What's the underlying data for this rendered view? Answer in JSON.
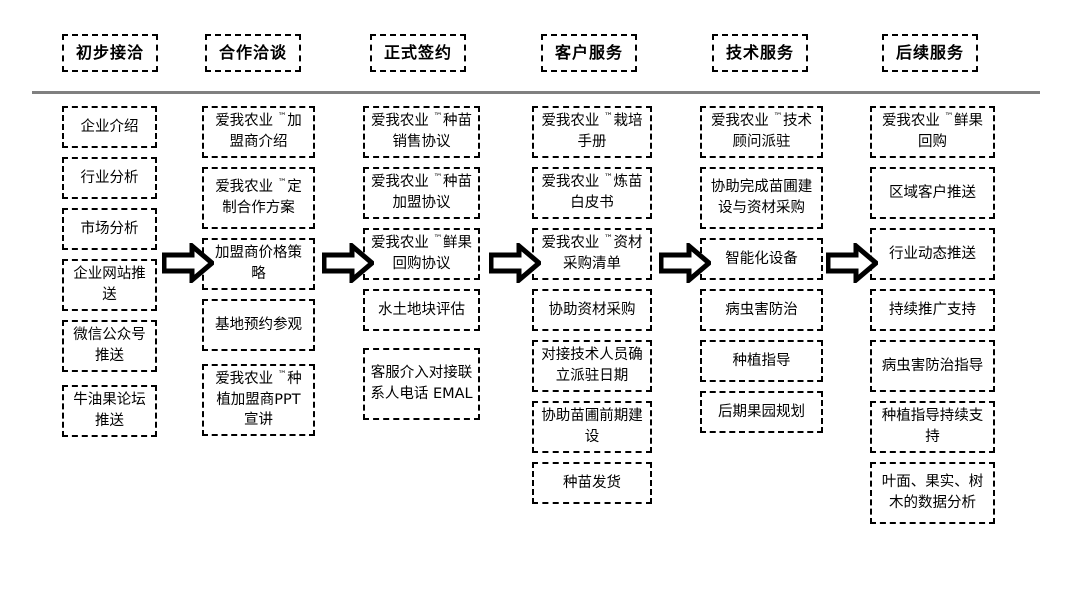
{
  "diagram": {
    "title_row": [
      {
        "label": "初步接洽"
      },
      {
        "label": "合作洽谈"
      },
      {
        "label": "正式签约"
      },
      {
        "label": "客户服务"
      },
      {
        "label": "技术服务"
      },
      {
        "label": "后续服务"
      }
    ],
    "divider_color": "#808080",
    "box_border_color": "#000000",
    "arrow_fill": "#ffffff",
    "arrow_outline": "#000000",
    "columns": [
      {
        "stage": "初步接洽",
        "items": [
          {
            "text": "企业介绍"
          },
          {
            "text": "行业分析"
          },
          {
            "text": "市场分析"
          },
          {
            "text": "企业网站推送"
          },
          {
            "text": "微信公众号推送"
          },
          {
            "text": "牛油果论坛推送"
          }
        ]
      },
      {
        "stage": "合作洽谈",
        "items": [
          {
            "text": "爱我农业 ™加盟商介绍",
            "tm": true,
            "prefix": "爱我农业",
            "suffix": "加盟商介绍"
          },
          {
            "text": "爱我农业 ™定制合作方案",
            "tm": true,
            "prefix": "爱我农业",
            "suffix": "定制合作方案"
          },
          {
            "text": "加盟商价格策略"
          },
          {
            "text": "基地预约参观"
          },
          {
            "text": "爱我农业 ™种植加盟商PPT 宣讲",
            "tm": true,
            "prefix": "爱我农业",
            "suffix": "种植加盟商PPT 宣讲"
          }
        ]
      },
      {
        "stage": "正式签约",
        "items": [
          {
            "text": "爱我农业 ™种苗销售协议",
            "tm": true,
            "prefix": "爱我农业",
            "suffix": "种苗销售协议"
          },
          {
            "text": "爱我农业 ™种苗加盟协议",
            "tm": true,
            "prefix": "爱我农业",
            "suffix": "种苗加盟协议"
          },
          {
            "text": "爱我农业 ™鲜果回购协议",
            "tm": true,
            "prefix": "爱我农业",
            "suffix": "鲜果回购协议"
          },
          {
            "text": "水土地块评估"
          },
          {
            "text": "客服介入对接联系人电话 EMAL"
          }
        ]
      },
      {
        "stage": "客户服务",
        "items": [
          {
            "text": "爱我农业 ™栽培手册",
            "tm": true,
            "prefix": "爱我农业",
            "suffix": "栽培手册"
          },
          {
            "text": "爱我农业 ™炼苗白皮书",
            "tm": true,
            "prefix": "爱我农业",
            "suffix": "炼苗白皮书"
          },
          {
            "text": "爱我农业 ™资材采购清单",
            "tm": true,
            "prefix": "爱我农业",
            "suffix": "资材采购清单"
          },
          {
            "text": "协助资材采购"
          },
          {
            "text": "对接技术人员确立派驻日期"
          },
          {
            "text": "协助苗圃前期建设"
          },
          {
            "text": "种苗发货"
          }
        ]
      },
      {
        "stage": "技术服务",
        "items": [
          {
            "text": "爱我农业 ™技术顾问派驻",
            "tm": true,
            "prefix": "爱我农业",
            "suffix": "技术顾问派驻"
          },
          {
            "text": "协助完成苗圃建设与资材采购"
          },
          {
            "text": "智能化设备"
          },
          {
            "text": "病虫害防治"
          },
          {
            "text": "种植指导"
          },
          {
            "text": "后期果园规划"
          }
        ]
      },
      {
        "stage": "后续服务",
        "items": [
          {
            "text": "爱我农业 ™鲜果回购",
            "tm": true,
            "prefix": "爱我农业",
            "suffix": "鲜果回购"
          },
          {
            "text": "区域客户推送"
          },
          {
            "text": "行业动态推送"
          },
          {
            "text": "持续推广支持"
          },
          {
            "text": "病虫害防治指导"
          },
          {
            "text": "种植指导持续支持"
          },
          {
            "text": "叶面、果实、树木的数据分析"
          }
        ]
      }
    ],
    "arrows": [
      {
        "from": "初步接洽",
        "to": "合作洽谈"
      },
      {
        "from": "合作洽谈",
        "to": "正式签约"
      },
      {
        "from": "正式签约",
        "to": "客户服务"
      },
      {
        "from": "客户服务",
        "to": "技术服务"
      },
      {
        "from": "技术服务",
        "to": "后续服务"
      }
    ]
  }
}
